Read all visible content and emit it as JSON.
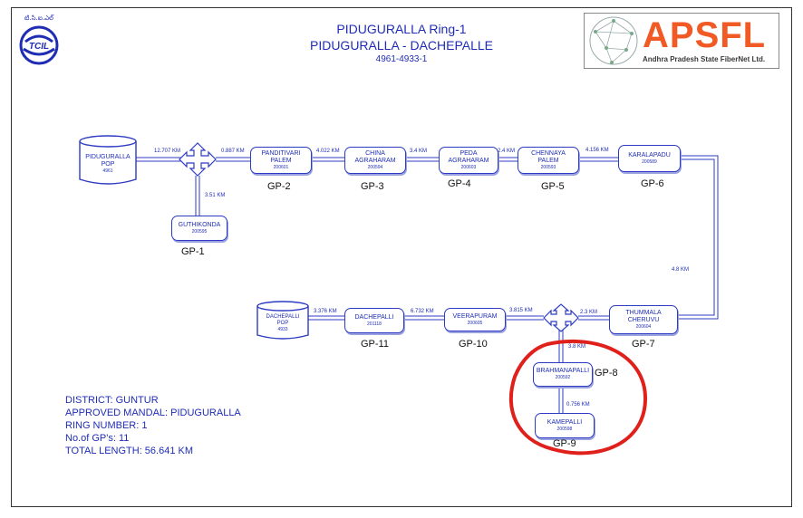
{
  "header": {
    "title": "PIDUGURALLA Ring-1",
    "subtitle": "PIDUGURALLA - DACHEPALLE",
    "code": "4961-4933-1"
  },
  "logo_right": {
    "name": "APSFL",
    "tagline": "Andhra Pradesh State FiberNet Ltd."
  },
  "nodes": {
    "piduguralla_pop": {
      "name": "PIDUGURALLA\nPOP",
      "code": "4961"
    },
    "guthikonda": {
      "name": "GUTHIKONDA",
      "code": "200595",
      "gp": "GP-1"
    },
    "panditivari": {
      "name": "PANDITIVARI\nPALEM",
      "code": "200601",
      "gp": "GP-2"
    },
    "china": {
      "name": "CHINA\nAGRAHARAM",
      "code": "200594",
      "gp": "GP-3"
    },
    "peda": {
      "name": "PEDA\nAGRAHARAM",
      "code": "200603",
      "gp": "GP-4"
    },
    "chennaya": {
      "name": "CHENNAYA\nPALEM",
      "code": "200593",
      "gp": "GP-5"
    },
    "karalapadu": {
      "name": "KARALAPADU",
      "code": "200589",
      "gp": "GP-6"
    },
    "thummala": {
      "name": "THUMMALA\nCHERUVU",
      "code": "200604",
      "gp": "GP-7"
    },
    "brahmanapalli": {
      "name": "BRAHMANAPALLI",
      "code": "200592",
      "gp": "GP-8"
    },
    "kamepalli": {
      "name": "KAMEPALLI",
      "code": "200598",
      "gp": "GP-9"
    },
    "veerapuram": {
      "name": "VEERAPURAM",
      "code": "200605",
      "gp": "GP-10"
    },
    "dachepalli": {
      "name": "DACHEPALLI",
      "code": "201118",
      "gp": "GP-11"
    },
    "dachepalli_pop": {
      "name": "DACHEPALLI\nPOP",
      "code": "4933"
    }
  },
  "distances": {
    "d_pop_split": "12.707 KM",
    "d_split_gp2": "0.887 KM",
    "d_split_gp1": "3.51 KM",
    "d_gp2_gp3": "4.022 KM",
    "d_gp3_gp4": "3.4 KM",
    "d_gp4_gp5": "2.4 KM",
    "d_gp5_gp6": "4.156 KM",
    "d_gp6_gp7": "4.8 KM",
    "d_gp7_split": "2.3 KM",
    "d_split_gp10": "3.815 KM",
    "d_gp10_gp11": "6.732 KM",
    "d_gp11_pop": "3.376 KM",
    "d_split_gp8": "3.8 KM",
    "d_gp8_gp9": "0.756 KM"
  },
  "info": {
    "district": "DISTRICT: GUNTUR",
    "mandal": "APPROVED MANDAL: PIDUGURALLA",
    "ring": "RING NUMBER: 1",
    "gps": "No.of GP's: 11",
    "length": "TOTAL LENGTH: 56.641 KM"
  },
  "colors": {
    "link": "#2d3bc2",
    "text": "#1f2db5",
    "annotation_circle": "#e0201b",
    "apsfl_orange": "#f15a24"
  }
}
